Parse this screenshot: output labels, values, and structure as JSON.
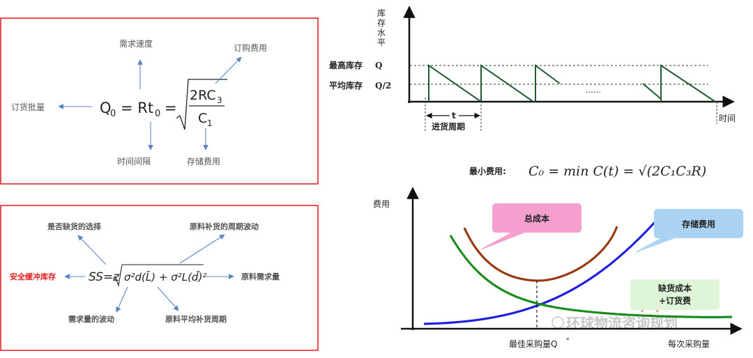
{
  "colors": {
    "frame_red": "#e3151a",
    "arrow_blue": "#5b84c4",
    "sawtooth": "#1e5b32",
    "total_cost": "#9a3a12",
    "storage_cost": "#1f1fe0",
    "shortage_cost": "#1b8c1b",
    "callout_pink": "#f59fcf",
    "callout_blue": "#a9d2f3",
    "callout_green": "#dff5d8"
  },
  "eoq_panel": {
    "formula": "Q₀ = Rt₀ = √(2RC₃ / C₁)",
    "formula_q": "Q",
    "formula_q_sub": "0",
    "formula_eq1": "= Rt",
    "formula_t_sub": "0",
    "formula_eq2": "=",
    "formula_num": "2RC",
    "formula_num_sub": "3",
    "formula_den": "C",
    "formula_den_sub": "1",
    "demand_speed": "需求速度",
    "order_cost": "订购费用",
    "order_quantity": "订货批量",
    "time_interval": "时间间隔",
    "storage_cost": "存储费用"
  },
  "safety_panel": {
    "formula_left": "SS=z",
    "formula_body": "σ²d(L̄) + σ²L(d̄)²",
    "stockout_choice": "是否缺货的选择",
    "replenish_fluctuation": "原料补货的周期波动",
    "safety_buffer": "安全缓冲库存",
    "material_demand": "原料需求量",
    "demand_fluctuation": "需求量的波动",
    "avg_replenish_cycle": "原料平均补货周期"
  },
  "inventory_chart": {
    "y_label_chars": [
      "库",
      "存",
      "水",
      "平"
    ],
    "max_label": "最高库存",
    "max_symbol": "Q",
    "avg_label": "平均库存",
    "avg_symbol": "Q/2",
    "dots": "……",
    "t_label": "t",
    "period_label": "进货周期",
    "x_label": "时间"
  },
  "min_cost": {
    "label": "最小费用:",
    "formula": "C₀ = min C(t) = √(2C₁C₃R)"
  },
  "cost_chart": {
    "y_label": "费用",
    "x_label": "每次采购量",
    "optimum_label": "最佳采购量Q",
    "optimum_sup": "*",
    "total_callout": "总成本",
    "storage_callout": "存储费用",
    "shortage_callout_line1": "缺货成本",
    "shortage_callout_line2": "+订货费",
    "watermark": "环球物流咨询规划"
  }
}
